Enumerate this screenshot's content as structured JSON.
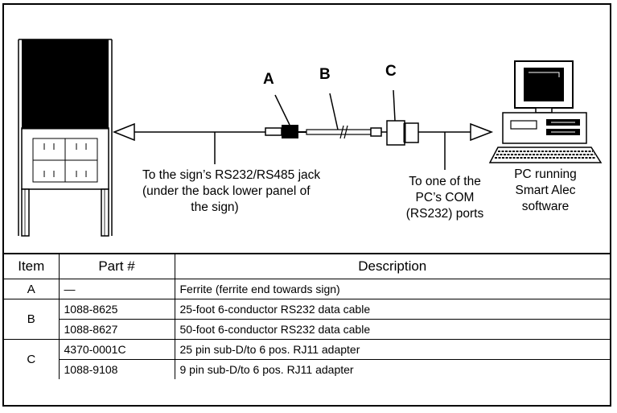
{
  "callouts": {
    "a": "A",
    "b": "B",
    "c": "C"
  },
  "labels": {
    "sign_jack": [
      "To the sign’s RS232/RS485 jack",
      "(under the back lower panel of",
      "the sign)"
    ],
    "com_port": [
      "To one of the",
      "PC’s COM",
      "(RS232) ports"
    ],
    "pc": [
      "PC running",
      "Smart Alec",
      "software"
    ]
  },
  "table": {
    "headers": [
      "Item",
      "Part #",
      "Description"
    ],
    "groups": [
      {
        "item": "A",
        "rows": [
          {
            "part": "—",
            "description": "Ferrite (ferrite end towards sign)"
          }
        ]
      },
      {
        "item": "B",
        "rows": [
          {
            "part": "1088-8625",
            "description": "25-foot 6-conductor RS232 data cable"
          },
          {
            "part": "1088-8627",
            "description": "50-foot 6-conductor RS232 data cable"
          }
        ]
      },
      {
        "item": "C",
        "rows": [
          {
            "part": "4370-0001C",
            "description": "25 pin sub-D/to 6 pos. RJ11 adapter"
          },
          {
            "part": "1088-9108",
            "description": "9 pin sub-D/to 6 pos. RJ11 adapter"
          }
        ]
      }
    ]
  }
}
